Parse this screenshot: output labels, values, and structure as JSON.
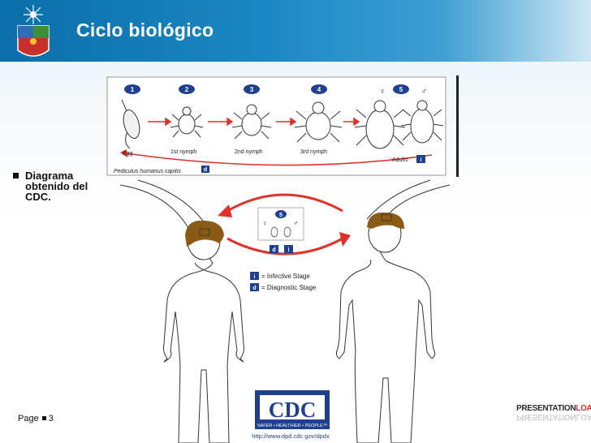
{
  "header": {
    "title": "Ciclo biológico"
  },
  "bullets": [
    {
      "text": "Diagrama obtenido del CDC."
    }
  ],
  "footer": {
    "page_label": "Page",
    "page_number": "3"
  },
  "brand": {
    "word1": "PRESENTATION",
    "word2": "LOAD"
  },
  "lifecycle": {
    "step_numbers": [
      "1",
      "2",
      "3",
      "4",
      "5"
    ],
    "stage_labels": [
      "Egg",
      "1st nymph",
      "2nd nymph",
      "3rd nymph",
      "Adults"
    ],
    "species": "Pediculus humanus capitis",
    "badge_d": "d",
    "badge_i": "i",
    "female_symbol": "♀",
    "male_symbol": "♂"
  },
  "legend": {
    "infective_label": "= Infective Stage",
    "diagnostic_label": "= Diagnostic Stage",
    "badge_i": "i",
    "badge_d": "d",
    "step": "5"
  },
  "cdc": {
    "name": "CDC",
    "tagline": "SAFER • HEALTHIER • PEOPLE™",
    "url": "http://www.dpd.cdc.gov/dpdx"
  },
  "colors": {
    "accent_blue": "#1b88c3",
    "arrow_red": "#e0312a",
    "badge_blue": "#1f3f8f",
    "hair_brown": "#8b5a14"
  }
}
